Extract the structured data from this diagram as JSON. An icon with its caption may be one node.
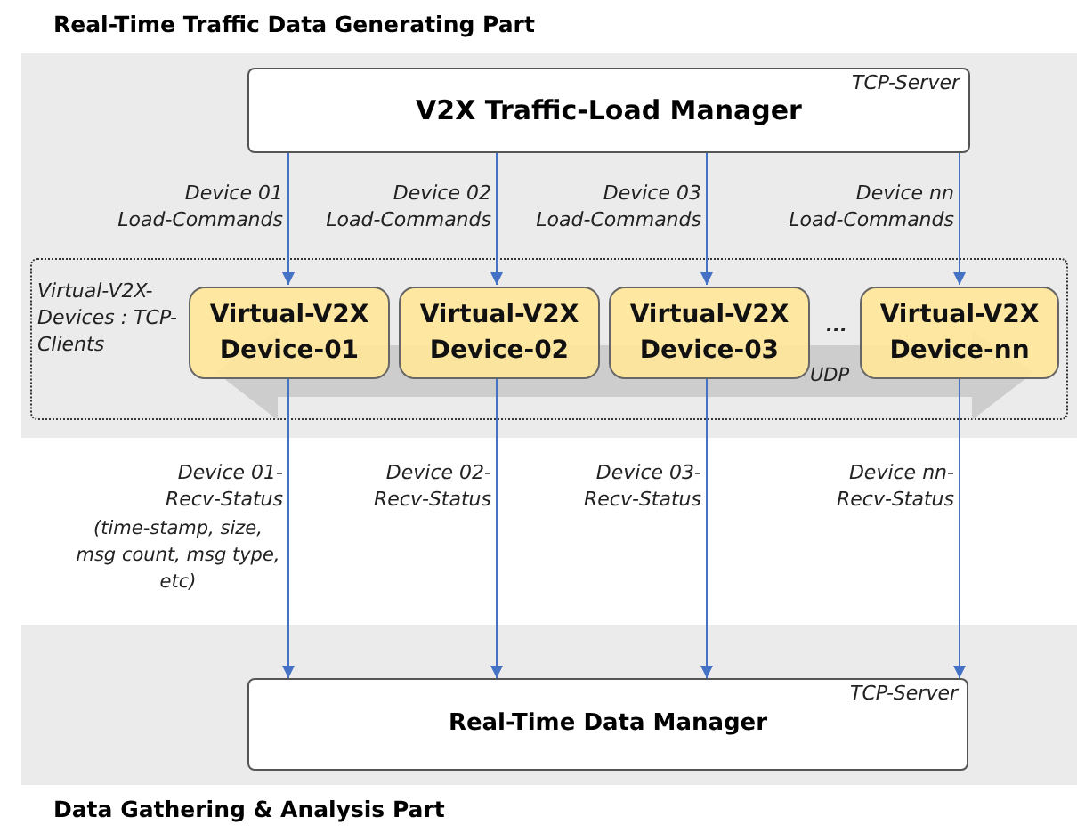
{
  "diagram": {
    "nodes": [
      {
        "text": [
          "Real-Time Traffic Data Generating Part"
        ]
      },
      {
        "text": [
          "TCP-Server",
          "V2X Traffic-Load Manager"
        ],
        "in": 0
      },
      {
        "text": [
          "Virtual-V2X- Devices : TCP-Clients"
        ],
        "in": 0
      },
      {
        "text": [
          "Virtual-V2X Device-01"
        ],
        "in": 2
      },
      {
        "text": [
          "Virtual-V2X Device-02"
        ],
        "in": 2
      },
      {
        "text": [
          "Virtual-V2X Device-03"
        ],
        "in": 2
      },
      {
        "text": [
          "Virtual-V2X Device-nn"
        ],
        "in": 2
      },
      {
        "text": [
          "Data Gathering & Analysis Part"
        ]
      },
      {
        "text": [
          "TCP-Server",
          "Real-Time Data Manager"
        ],
        "in": 7
      }
    ],
    "edges": [
      {
        "from": 1,
        "to": 3,
        "arrow": "to",
        "label": "Device 01 Load-Commands"
      },
      {
        "from": 1,
        "to": 4,
        "arrow": "to",
        "label": "Device 02 Load-Commands"
      },
      {
        "from": 1,
        "to": 5,
        "arrow": "to",
        "label": "Device 03 Load-Commands"
      },
      {
        "from": 1,
        "to": 6,
        "arrow": "to",
        "label": "Device nn Load-Commands"
      },
      {
        "from": 3,
        "to": 8,
        "arrow": "to",
        "label": "Device 01- Recv-Status"
      },
      {
        "from": 4,
        "to": 8,
        "arrow": "to",
        "label": "Device 02- Recv-Status"
      },
      {
        "from": 5,
        "to": 8,
        "arrow": "to",
        "label": "Device 03- Recv-Status"
      },
      {
        "from": 6,
        "to": 8,
        "arrow": "to",
        "label": "Device nn- Recv-Status"
      }
    ],
    "labels": [
      "(time-stamp, size, msg count, msg type, etc)",
      "...",
      "UDP"
    ]
  }
}
